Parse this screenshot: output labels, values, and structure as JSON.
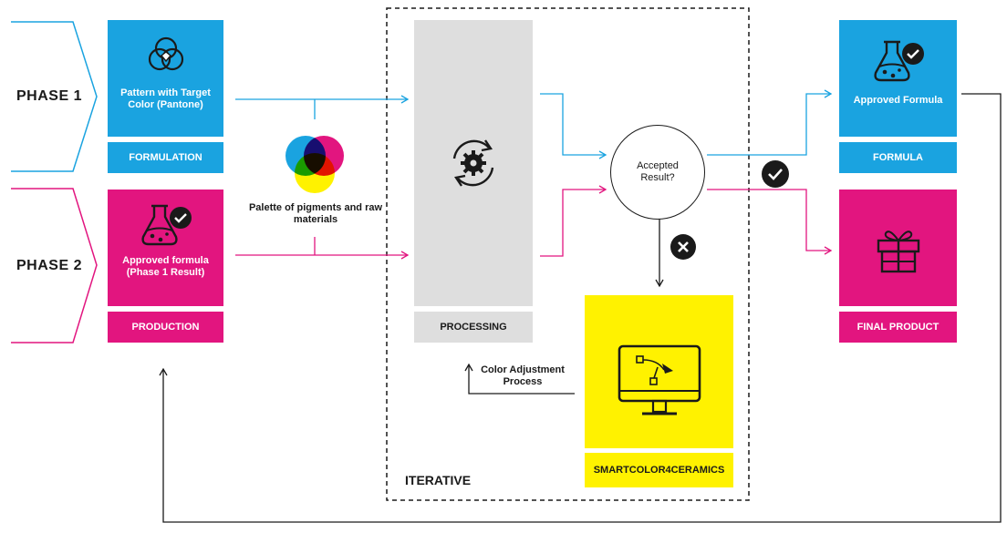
{
  "colors": {
    "cyan": "#1aa3e0",
    "magenta": "#e2157f",
    "yellow": "#fff200",
    "gray": "#dedede",
    "dark": "#1a1a1a"
  },
  "phases": [
    {
      "label": "PHASE 1"
    },
    {
      "label": "PHASE 2"
    }
  ],
  "phase1": {
    "tile_text": "Pattern with Target Color (Pantone)",
    "tag": "FORMULATION",
    "icon": "overlapping-circles-icon"
  },
  "phase2": {
    "tile_text": "Approved formula (Phase 1 Result)",
    "tag": "PRODUCTION",
    "icon": "flask-check-icon"
  },
  "palette": {
    "label": "Palette of pigments and raw materials",
    "icon": "cmy-circles-icon"
  },
  "processing": {
    "tag": "PROCESSING",
    "icon": "gear-refresh-icon"
  },
  "decision": {
    "label": "Accepted Result?"
  },
  "smartcolor": {
    "tag": "SMARTCOLOR4CERAMICS",
    "icon": "monitor-vector-icon"
  },
  "adjustment": {
    "label": "Color Adjustment Process"
  },
  "iterative": {
    "label": "ITERATIVE"
  },
  "formula_out": {
    "tile_text": "Approved Formula",
    "tag": "FORMULA",
    "icon": "flask-check-icon"
  },
  "final_out": {
    "tag": "FINAL PRODUCT",
    "icon": "gift-icon"
  }
}
